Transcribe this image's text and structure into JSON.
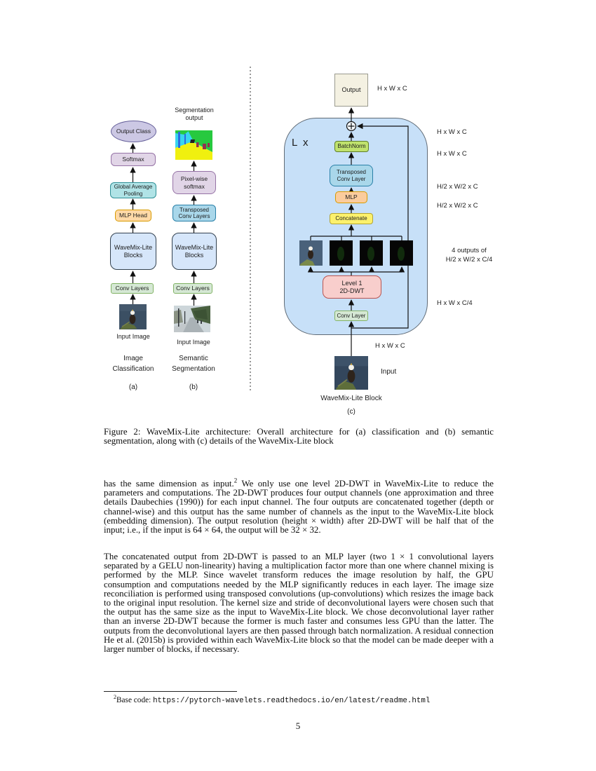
{
  "figure": {
    "panel_a": {
      "output_class": "Output Class",
      "softmax": "Softmax",
      "gap": "Global Average\nPooling",
      "mlp_head": "MLP Head",
      "wavemix_blocks": "WaveMix-Lite\nBlocks",
      "conv_layers": "Conv Layers",
      "input_image_label": "Input Image",
      "task_title": "Image\nClassification",
      "tag": "(a)"
    },
    "panel_b": {
      "segmentation_output_label": "Segmentation\noutput",
      "pixelwise_softmax": "Pixel-wise\nsoftmax",
      "transposed_conv_layers": "Transposed\nConv Layers",
      "wavemix_blocks": "WaveMix-Lite\nBlocks",
      "conv_layers": "Conv Layers",
      "input_image_label": "Input Image",
      "task_title": "Semantic\nSegmentation",
      "tag": "(b)"
    },
    "panel_c": {
      "output_box": "Output",
      "loop_label": "L x",
      "batchnorm": "BatchNorm",
      "transposed_conv_layer": "Transposed\nConv Layer",
      "mlp": "MLP",
      "concatenate": "Concatenate",
      "dwt": "Level 1\n2D-DWT",
      "conv_layer": "Conv Layer",
      "dim_output": "H x W x C",
      "dim_after_add": "H x W x C",
      "dim_after_batchnorm": "H x W x C",
      "dim_after_transconv": "H/2 x W/2 x C",
      "dim_after_mlp": "H/2 x W/2 x C",
      "dim_dwt_outputs": "4 outputs of\nH/2 x W/2 x C/4",
      "dim_after_conv": "H x W x C/4",
      "dim_input": "H x W x C",
      "input_label": "Input",
      "block_label": "WaveMix-Lite Block",
      "tag": "(c)"
    },
    "colors": {
      "lavender_box": "#e1d5e7",
      "ellipse_fill": "#ccc8e4",
      "teal_box": "#b0e3e6",
      "orange_box": "#ffd9a6",
      "blue_box": "#a9d7ea",
      "wavemix_box": "#d6e6fa",
      "green_box": "#d5e8d4",
      "batchnorm_green": "#c0e26d",
      "yellow_box": "#fcf16c",
      "pink_box": "#f8cecc",
      "container_blue": "#c7e0f8",
      "output_cream": "#f4f1e2"
    }
  },
  "caption": "Figure 2: WaveMix-Lite architecture: Overall architecture for (a) classification and (b) semantic segmentation, along with (c) details of the WaveMix-Lite block",
  "body": {
    "para1_pre": "has the same dimension as input.",
    "para1_sup": "2",
    "para1_rest": " We only use one level 2D-DWT in WaveMix-Lite to reduce the parameters and computations. The 2D-DWT produces four output channels (one approximation and three details Daubechies (1990)) for each input channel. The four outputs are concatenated together (depth or channel-wise) and this output has the same number of channels as the input to the WaveMix-Lite block (embedding dimension). The output resolution (height × width) after 2D-DWT will be half that of the input; i.e., if the input is 64 × 64, the output will be 32 × 32.",
    "para2": "The concatenated output from 2D-DWT is passed to an MLP layer (two 1 × 1 convolutional layers separated by a GELU non-linearity) having a multiplication factor more than one where channel mixing is performed by the MLP. Since wavelet transform reduces the image resolution by half, the GPU consumption and computations needed by the MLP significantly reduces in each layer. The image size reconciliation is performed using transposed convolutions (up-convolutions) which resizes the image back to the original input resolution. The kernel size and stride of deconvolutional layers were chosen such that the output has the same size as the input to WaveMix-Lite block. We chose deconvolutional layer rather than an inverse 2D-DWT because the former is much faster and consumes less GPU than the latter. The outputs from the deconvolutional layers are then passed through batch normalization. A residual connection He et al. (2015b) is provided within each WaveMix-Lite block so that the model can be made deeper with a larger number of blocks, if necessary."
  },
  "footnote": {
    "sup": "2",
    "label": "Base code: ",
    "url": "https://pytorch-wavelets.readthedocs.io/en/latest/readme.html"
  },
  "page_number": "5"
}
